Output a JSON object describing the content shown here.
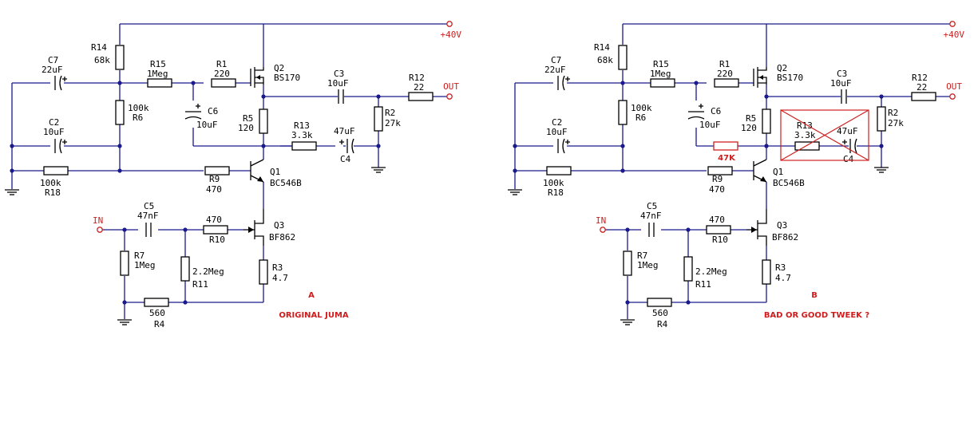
{
  "colors": {
    "wire": "#1a1a8c",
    "terminal": "#cc2222",
    "caption": "#d01c1c"
  },
  "panels": [
    {
      "id": "A",
      "letter": "A",
      "caption": "ORIGINAL JUMA",
      "supply": "+40V",
      "in_label": "IN",
      "out_label": "OUT",
      "components": {
        "C7": [
          "C7",
          "22uF"
        ],
        "R14": [
          "R14",
          "68k"
        ],
        "R15": [
          "R15",
          "1Meg"
        ],
        "R1": [
          "R1",
          "220"
        ],
        "Q2": [
          "Q2",
          "BS170"
        ],
        "C3": [
          "C3",
          "10uF"
        ],
        "R12": [
          "R12",
          "22"
        ],
        "C2": [
          "C2",
          "10uF"
        ],
        "R6": [
          "100k",
          "R6"
        ],
        "C6": [
          "C6",
          "10uF"
        ],
        "R5": [
          "R5",
          "120"
        ],
        "R13": [
          "R13",
          "3.3k"
        ],
        "C4": [
          "47uF",
          "C4"
        ],
        "R2": [
          "R2",
          "27k"
        ],
        "R18": [
          "100k",
          "R18"
        ],
        "R9": [
          "R9",
          "470"
        ],
        "Q1": [
          "Q1",
          "BC546B"
        ],
        "C5": [
          "C5",
          "47nF"
        ],
        "R10": [
          "470",
          "R10"
        ],
        "Q3": [
          "Q3",
          "BF862"
        ],
        "R7": [
          "R7",
          "1Meg"
        ],
        "R11": [
          "2.2Meg",
          "R11"
        ],
        "R3": [
          "R3",
          "4.7"
        ],
        "R4": [
          "560",
          "R4"
        ]
      }
    },
    {
      "id": "B",
      "letter": "B",
      "caption": "BAD OR GOOD TWEEK ?",
      "supply": "+40V",
      "in_label": "IN",
      "out_label": "OUT",
      "added_resistor": "47K",
      "components": {
        "C7": [
          "C7",
          "22uF"
        ],
        "R14": [
          "R14",
          "68k"
        ],
        "R15": [
          "R15",
          "1Meg"
        ],
        "R1": [
          "R1",
          "220"
        ],
        "Q2": [
          "Q2",
          "BS170"
        ],
        "C3": [
          "C3",
          "10uF"
        ],
        "R12": [
          "R12",
          "22"
        ],
        "C2": [
          "C2",
          "10uF"
        ],
        "R6": [
          "100k",
          "R6"
        ],
        "C6": [
          "C6",
          "10uF"
        ],
        "R5": [
          "R5",
          "120"
        ],
        "R13": [
          "R13",
          "3.3k"
        ],
        "C4": [
          "47uF",
          "C4"
        ],
        "R2": [
          "R2",
          "27k"
        ],
        "R18": [
          "100k",
          "R18"
        ],
        "R9": [
          "R9",
          "470"
        ],
        "Q1": [
          "Q1",
          "BC546B"
        ],
        "C5": [
          "C5",
          "47nF"
        ],
        "R10": [
          "470",
          "R10"
        ],
        "Q3": [
          "Q3",
          "BF862"
        ],
        "R7": [
          "R7",
          "1Meg"
        ],
        "R11": [
          "2.2Meg",
          "R11"
        ],
        "R3": [
          "R3",
          "4.7"
        ],
        "R4": [
          "560",
          "R4"
        ]
      }
    }
  ]
}
